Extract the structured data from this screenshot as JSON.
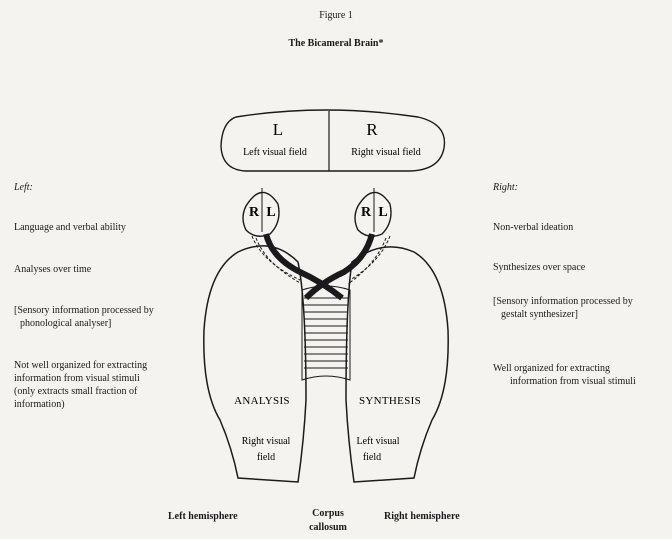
{
  "figure_number": "Figure 1",
  "title": "The Bicameral Brain*",
  "visual_fields": {
    "left_letter": "L",
    "left_label": "Left visual field",
    "right_letter": "R",
    "right_label": "Right visual field"
  },
  "eye_letters": {
    "left_eye_r": "R",
    "left_eye_l": "L",
    "right_eye_r": "R",
    "right_eye_l": "L"
  },
  "left_column": {
    "heading": "Left:",
    "items": [
      "Language and verbal ability",
      "Analyses over time",
      "[Sensory information processed by",
      "phonological analyser]",
      "Not well organized for extracting",
      "information from visual stimuli",
      "(only extracts small fraction of",
      "information)"
    ]
  },
  "right_column": {
    "heading": "Right:",
    "items": [
      "Non-verbal ideation",
      "Synthesizes over space",
      "[Sensory information processed by",
      "gestalt synthesizer]",
      "Well organized for extracting",
      "information from visual stimuli"
    ]
  },
  "hemisphere_labels": {
    "left_function": "ANALYSIS",
    "right_function": "SYNTHESIS",
    "left_field_line1": "Right visual",
    "left_field_line2": "field",
    "right_field_line1": "Left visual",
    "right_field_line2": "field"
  },
  "bottom_labels": {
    "left": "Left hemisphere",
    "center_line1": "Corpus",
    "center_line2": "callosum",
    "right": "Right hemisphere"
  }
}
